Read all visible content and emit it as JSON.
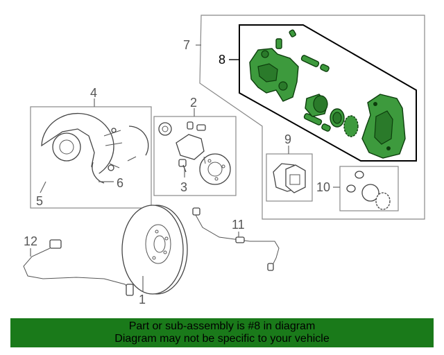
{
  "callouts": {
    "c1": "1",
    "c2": "2",
    "c3": "3",
    "c4": "4",
    "c5": "5",
    "c6": "6",
    "c7": "7",
    "c8": "8",
    "c9": "9",
    "c10": "10",
    "c11": "11",
    "c12": "12"
  },
  "banner": {
    "line1": "Part or sub-assembly is #8 in diagram",
    "line2": "Diagram may not be specific to your vehicle"
  },
  "colors": {
    "highlight_part": "#3d9a3d",
    "banner_background": "#1a7a1a"
  }
}
